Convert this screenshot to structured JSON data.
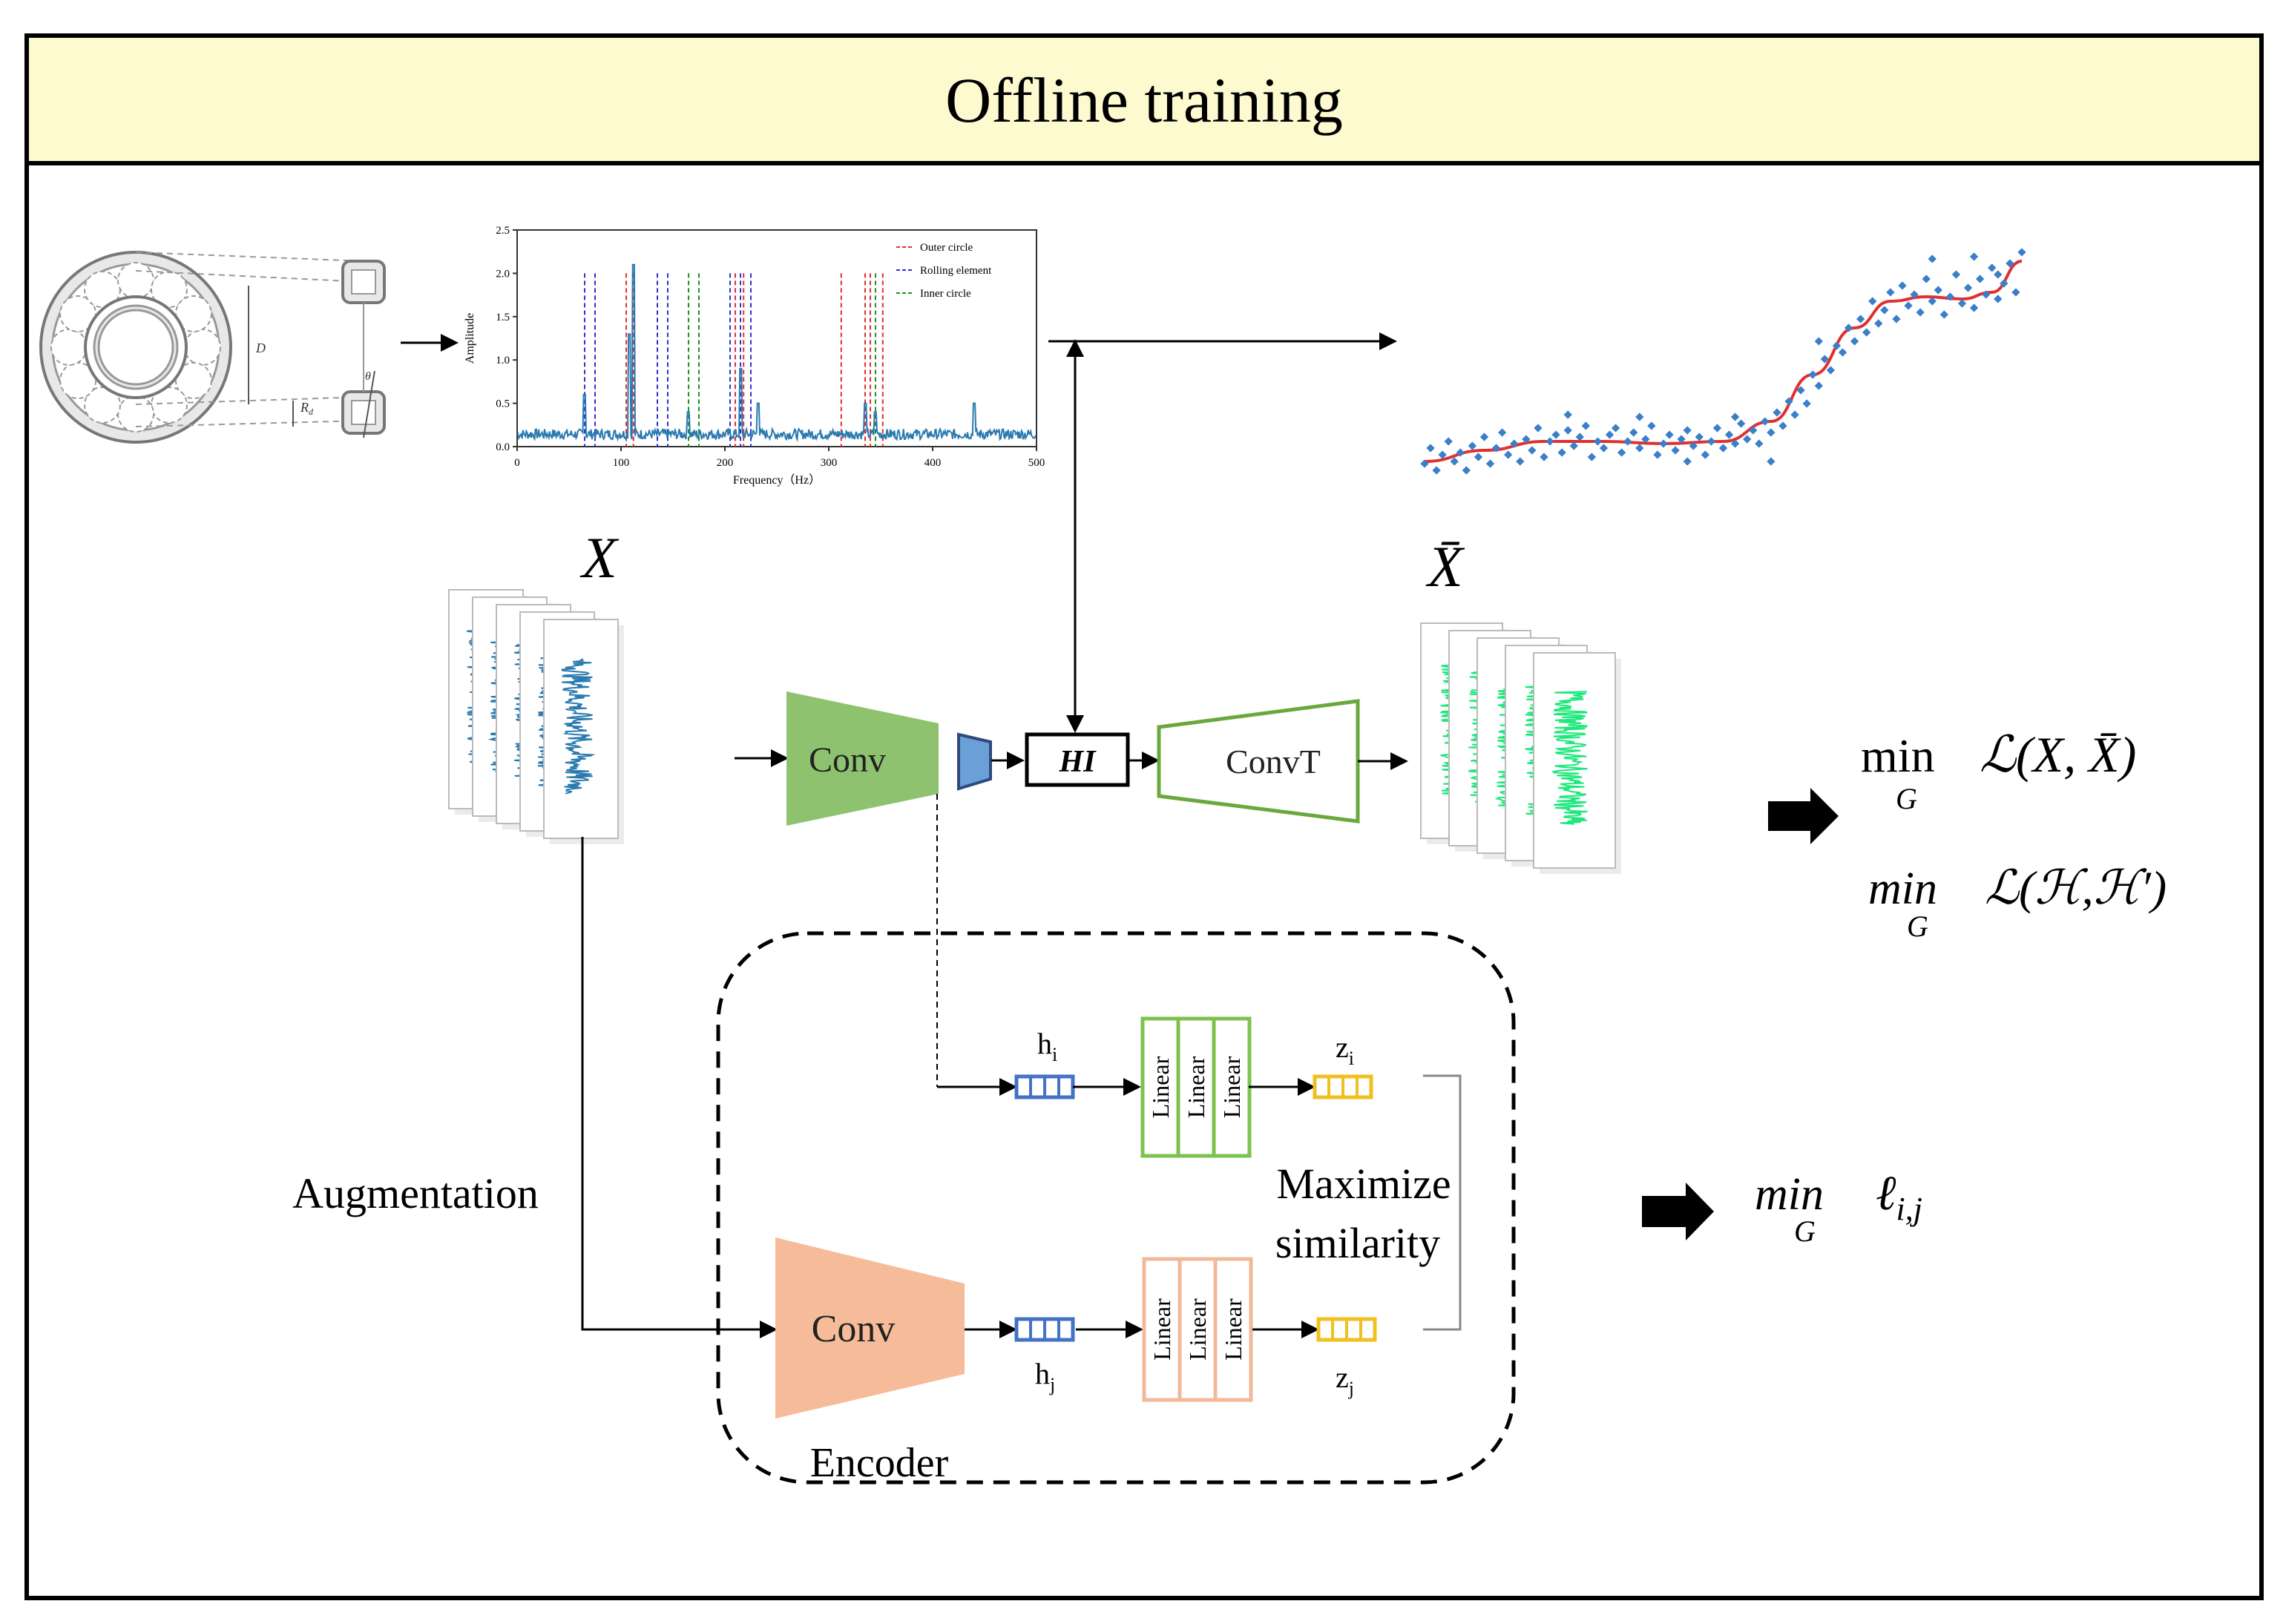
{
  "header": {
    "title": "Offline training"
  },
  "spectrum_chart": {
    "chart_data": {
      "type": "line",
      "xlabel": "Frequency（Hz）",
      "ylabel": "Amplitude",
      "xlim": [
        0,
        500
      ],
      "ylim": [
        0,
        2.5
      ],
      "xticks": [
        "0",
        "100",
        "200",
        "300",
        "400",
        "500"
      ],
      "yticks": [
        "0.0",
        "0.5",
        "1.0",
        "1.5",
        "2.0",
        "2.5"
      ],
      "legend": {
        "placement": "top-right",
        "entries": [
          {
            "name": "Outer circle",
            "color": "#e03030",
            "style": "dashed"
          },
          {
            "name": "Rolling element",
            "color": "#3030d0",
            "style": "dashed"
          },
          {
            "name": "Inner circle",
            "color": "#209020",
            "style": "dashed"
          }
        ]
      },
      "fault_lines": {
        "outer": [
          105,
          112,
          210,
          218,
          312,
          335,
          340,
          352
        ],
        "rolling": [
          65,
          75,
          135,
          145,
          205,
          215,
          225
        ],
        "inner": [
          165,
          175,
          345
        ]
      },
      "spectrum_peaks": [
        {
          "x": 65,
          "y": 0.6
        },
        {
          "x": 108,
          "y": 1.3
        },
        {
          "x": 112,
          "y": 2.1
        },
        {
          "x": 165,
          "y": 0.4
        },
        {
          "x": 215,
          "y": 0.9
        },
        {
          "x": 232,
          "y": 0.5
        },
        {
          "x": 335,
          "y": 0.5
        },
        {
          "x": 345,
          "y": 0.4
        },
        {
          "x": 440,
          "y": 0.5
        }
      ],
      "baseline": 0.12,
      "line_color": "#2a7ab0"
    }
  },
  "bearing": {
    "dim_D": "D",
    "dim_Rd": "R",
    "dim_Rd_sub": "d",
    "angle": "θ"
  },
  "hi_scatter": {
    "chart_data": {
      "type": "scatter",
      "point_color": "#3a7fc8",
      "trend_color": "#e03030",
      "points": [
        [
          0,
          0.05
        ],
        [
          0.01,
          0.12
        ],
        [
          0.02,
          0.02
        ],
        [
          0.03,
          0.09
        ],
        [
          0.04,
          0.15
        ],
        [
          0.05,
          0.06
        ],
        [
          0.06,
          0.1
        ],
        [
          0.07,
          0.02
        ],
        [
          0.08,
          0.13
        ],
        [
          0.09,
          0.08
        ],
        [
          0.1,
          0.17
        ],
        [
          0.11,
          0.05
        ],
        [
          0.12,
          0.12
        ],
        [
          0.13,
          0.19
        ],
        [
          0.14,
          0.09
        ],
        [
          0.15,
          0.14
        ],
        [
          0.16,
          0.06
        ],
        [
          0.17,
          0.16
        ],
        [
          0.18,
          0.11
        ],
        [
          0.19,
          0.21
        ],
        [
          0.2,
          0.08
        ],
        [
          0.21,
          0.15
        ],
        [
          0.22,
          0.18
        ],
        [
          0.23,
          0.1
        ],
        [
          0.24,
          0.2
        ],
        [
          0.25,
          0.13
        ],
        [
          0.26,
          0.17
        ],
        [
          0.27,
          0.22
        ],
        [
          0.28,
          0.08
        ],
        [
          0.29,
          0.15
        ],
        [
          0.3,
          0.12
        ],
        [
          0.31,
          0.18
        ],
        [
          0.32,
          0.21
        ],
        [
          0.33,
          0.1
        ],
        [
          0.34,
          0.15
        ],
        [
          0.35,
          0.19
        ],
        [
          0.36,
          0.12
        ],
        [
          0.37,
          0.16
        ],
        [
          0.38,
          0.22
        ],
        [
          0.39,
          0.09
        ],
        [
          0.4,
          0.14
        ],
        [
          0.41,
          0.18
        ],
        [
          0.42,
          0.11
        ],
        [
          0.43,
          0.16
        ],
        [
          0.44,
          0.2
        ],
        [
          0.45,
          0.13
        ],
        [
          0.46,
          0.17
        ],
        [
          0.47,
          0.09
        ],
        [
          0.48,
          0.15
        ],
        [
          0.49,
          0.21
        ],
        [
          0.5,
          0.12
        ],
        [
          0.51,
          0.18
        ],
        [
          0.52,
          0.14
        ],
        [
          0.53,
          0.23
        ],
        [
          0.54,
          0.16
        ],
        [
          0.55,
          0.2
        ],
        [
          0.56,
          0.14
        ],
        [
          0.57,
          0.24
        ],
        [
          0.58,
          0.19
        ],
        [
          0.59,
          0.28
        ],
        [
          0.6,
          0.22
        ],
        [
          0.61,
          0.33
        ],
        [
          0.62,
          0.27
        ],
        [
          0.63,
          0.38
        ],
        [
          0.64,
          0.32
        ],
        [
          0.65,
          0.45
        ],
        [
          0.66,
          0.4
        ],
        [
          0.67,
          0.52
        ],
        [
          0.68,
          0.47
        ],
        [
          0.69,
          0.58
        ],
        [
          0.7,
          0.55
        ],
        [
          0.71,
          0.66
        ],
        [
          0.72,
          0.6
        ],
        [
          0.73,
          0.7
        ],
        [
          0.74,
          0.64
        ],
        [
          0.75,
          0.78
        ],
        [
          0.76,
          0.68
        ],
        [
          0.77,
          0.74
        ],
        [
          0.78,
          0.82
        ],
        [
          0.79,
          0.7
        ],
        [
          0.8,
          0.85
        ],
        [
          0.81,
          0.76
        ],
        [
          0.82,
          0.81
        ],
        [
          0.83,
          0.73
        ],
        [
          0.84,
          0.88
        ],
        [
          0.85,
          0.78
        ],
        [
          0.86,
          0.83
        ],
        [
          0.87,
          0.72
        ],
        [
          0.88,
          0.8
        ],
        [
          0.89,
          0.9
        ],
        [
          0.9,
          0.77
        ],
        [
          0.91,
          0.84
        ],
        [
          0.92,
          0.75
        ],
        [
          0.93,
          0.88
        ],
        [
          0.94,
          0.81
        ],
        [
          0.95,
          0.93
        ],
        [
          0.96,
          0.79
        ],
        [
          0.97,
          0.86
        ],
        [
          0.98,
          0.95
        ],
        [
          0.99,
          0.82
        ],
        [
          1.0,
          1.0
        ],
        [
          0.92,
          0.98
        ],
        [
          0.96,
          0.9
        ],
        [
          0.58,
          0.06
        ],
        [
          0.36,
          0.26
        ],
        [
          0.24,
          0.27
        ],
        [
          0.66,
          0.6
        ],
        [
          0.85,
          0.97
        ],
        [
          0.44,
          0.06
        ],
        [
          0.52,
          0.26
        ]
      ],
      "trend": [
        [
          0,
          0.06
        ],
        [
          0.1,
          0.11
        ],
        [
          0.2,
          0.15
        ],
        [
          0.3,
          0.15
        ],
        [
          0.4,
          0.14
        ],
        [
          0.5,
          0.15
        ],
        [
          0.58,
          0.24
        ],
        [
          0.65,
          0.45
        ],
        [
          0.72,
          0.66
        ],
        [
          0.78,
          0.78
        ],
        [
          0.84,
          0.8
        ],
        [
          0.9,
          0.79
        ],
        [
          0.95,
          0.82
        ],
        [
          1.0,
          0.96
        ]
      ]
    }
  },
  "labels": {
    "X": "X",
    "Xbar": "X̄",
    "conv_top": "Conv",
    "hi": "HI",
    "convT": "ConvT",
    "h_i": "h",
    "h_i_sub": "i",
    "z_i": "z",
    "z_i_sub": "i",
    "h_j": "h",
    "h_j_sub": "j",
    "z_j": "z",
    "z_j_sub": "j",
    "linear": "Linear",
    "maximize_line1": "Maximize",
    "maximize_line2": "similarity",
    "augmentation": "Augmentation",
    "conv_bottom": "Conv",
    "encoder": "Encoder"
  },
  "equations": {
    "eq1_min": "min",
    "eq1_sub": "G",
    "eq1_expr": "ℒ(X, X̄)",
    "eq2_min": "min",
    "eq2_sub": "G",
    "eq2_expr": "ℒ(ℋ,ℋ′)",
    "eq3_min": "min",
    "eq3_sub": "G",
    "eq3_expr": "ℓ",
    "eq3_expr_sub": "i,j"
  },
  "colors": {
    "header_bg": "#fdfad0",
    "signal_blue": "#2a7ab0",
    "signal_green": "#1de87a",
    "conv_green": "#8fc26f",
    "conv_orange": "#f6bc9a",
    "linear_green": "#7cc34d",
    "linear_orange": "#f2b999",
    "vec_blue": "#4472c4",
    "vec_yellow": "#f0c020",
    "small_trap": "#6a9fd8"
  }
}
